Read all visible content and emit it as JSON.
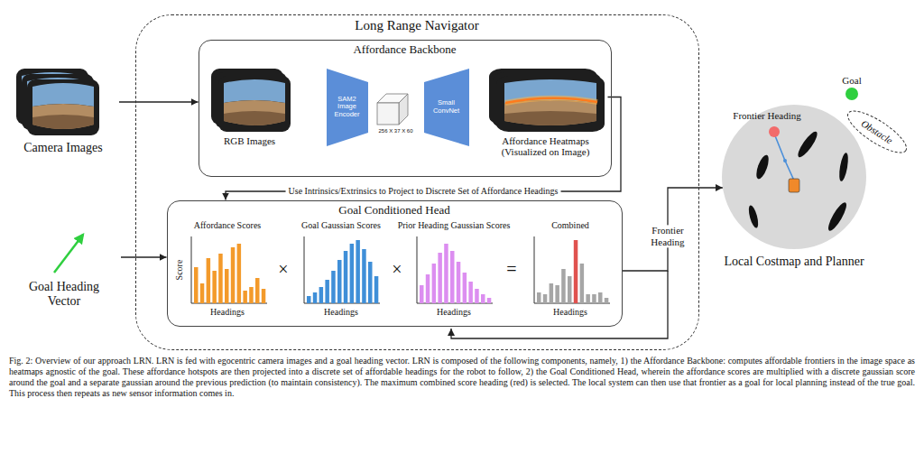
{
  "diagram": {
    "caption": "Fig. 2: Overview of our approach LRN. LRN is fed with egocentric camera images and a goal heading vector. LRN is composed of the following components, namely, 1) the Affordance Backbone: computes affordable frontiers in the image space as heatmaps agnostic of the goal. These affordance hotspots are then projected into a discrete set of affordable headings for the robot to follow, 2) the Goal Conditioned Head, wherein the affordance scores are multiplied with a discrete gaussian score around the goal and a separate gaussian around the previous prediction (to maintain consistency). The maximum combined score heading (red) is selected. The local system can then use that frontier as a goal for local planning instead of the true goal. This process then repeats as new sensor information comes in.",
    "nodes": [
      {
        "text": [
          "Camera Images"
        ]
      },
      {
        "text": [
          "Long Range Navigator"
        ]
      },
      {
        "text": [
          "Affordance Backbone"
        ],
        "in": 1
      },
      {
        "text": [
          "RGB Images"
        ],
        "in": 2
      },
      {
        "text": [
          "SAM2 Image Encoder"
        ],
        "in": 2
      },
      {
        "text": [
          "256 X 37 X 60"
        ],
        "in": 2
      },
      {
        "text": [
          "Small ConvNet"
        ],
        "in": 2
      },
      {
        "text": [
          "Affordance Heatmaps (Visualized on Image)"
        ],
        "in": 2
      },
      {
        "text": [
          "Goal Conditioned Head"
        ],
        "in": 1
      },
      {
        "text": [
          "Goal Heading Vector"
        ]
      },
      {
        "text": [
          "Local Costmap and Planner"
        ]
      },
      {
        "text": [
          "Obstacle"
        ]
      }
    ],
    "edges": [
      {
        "from": 0,
        "to": 2,
        "arrow": "to"
      },
      {
        "from": 7,
        "to": 8,
        "label": "Use Intrinsics/Extrinsics to Project to Discrete Set of Affordance Headings",
        "arrow": "to"
      },
      {
        "from": 9,
        "to": 8,
        "arrow": "to"
      },
      {
        "from": 8,
        "to": 10,
        "label": "Frontier Heading",
        "arrow": "to"
      }
    ],
    "labels": [
      "Affordance Scores",
      "Goal Gaussian Scores",
      "Prior Heading Gaussian Scores",
      "Combined",
      "Score",
      "Headings",
      "Headings",
      "Headings",
      "Headings",
      "×",
      "×",
      "=",
      "Frontier Heading",
      "Goal"
    ]
  }
}
